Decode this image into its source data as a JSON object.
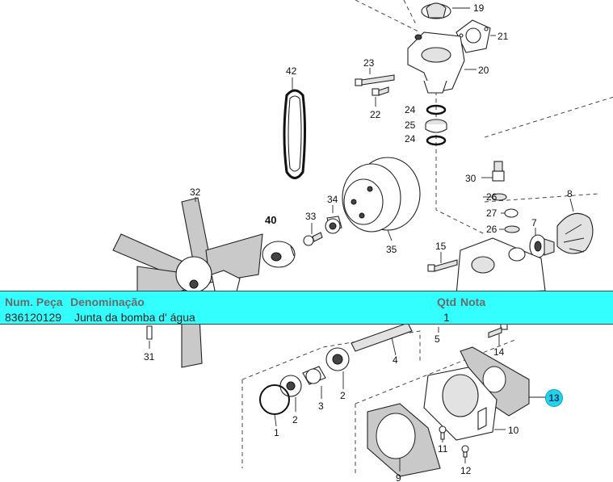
{
  "parts_table": {
    "headers": {
      "part_number": "Num. Peça",
      "description": "Denominação",
      "qty": "Qtd",
      "note": "Nota"
    },
    "row": {
      "part_number": "836120129",
      "description": "Junta da bomba d' água",
      "qty": "1",
      "note": ""
    },
    "highlight_color": "#33ffff"
  },
  "callouts": {
    "c1": "1",
    "c2a": "2",
    "c2b": "2",
    "c3": "3",
    "c4": "4",
    "c5": "5",
    "c7": "7",
    "c8": "8",
    "c9": "9",
    "c10": "10",
    "c11": "11",
    "c12": "12",
    "c13": "13",
    "c14": "14",
    "c15": "15",
    "c19": "19",
    "c20": "20",
    "c21": "21",
    "c22": "22",
    "c23": "23",
    "c24a": "24",
    "c24b": "24",
    "c25": "25",
    "c26a": "26",
    "c26b": "26",
    "c27": "27",
    "c30": "30",
    "c31": "31",
    "c32": "32",
    "c33": "33",
    "c34": "34",
    "c35": "35",
    "c40": "40",
    "c42": "42"
  },
  "selected_callout": "13",
  "selected_color": "#22d3ee"
}
